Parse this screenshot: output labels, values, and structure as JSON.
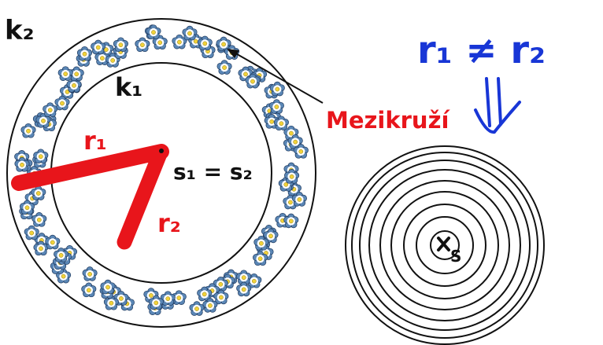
{
  "diagram": {
    "outer_circle_label": "k₂",
    "inner_circle_label": "k₁",
    "radius1_label": "r₁",
    "radius2_label": "r₂",
    "center_label": "s₁ = s₂",
    "annulus_label": "Mezikruží",
    "inequality": "r₁ ≠ r₂",
    "implies_symbol": "⇓",
    "concentric_center_label": "S",
    "colors": {
      "red": "#e8151b",
      "blue": "#1836d6",
      "ink": "#111111",
      "flower_petal": "#5a86b5",
      "flower_center": "#f2d23a"
    },
    "flower_count": 110,
    "concentric_circle_count": 9
  }
}
